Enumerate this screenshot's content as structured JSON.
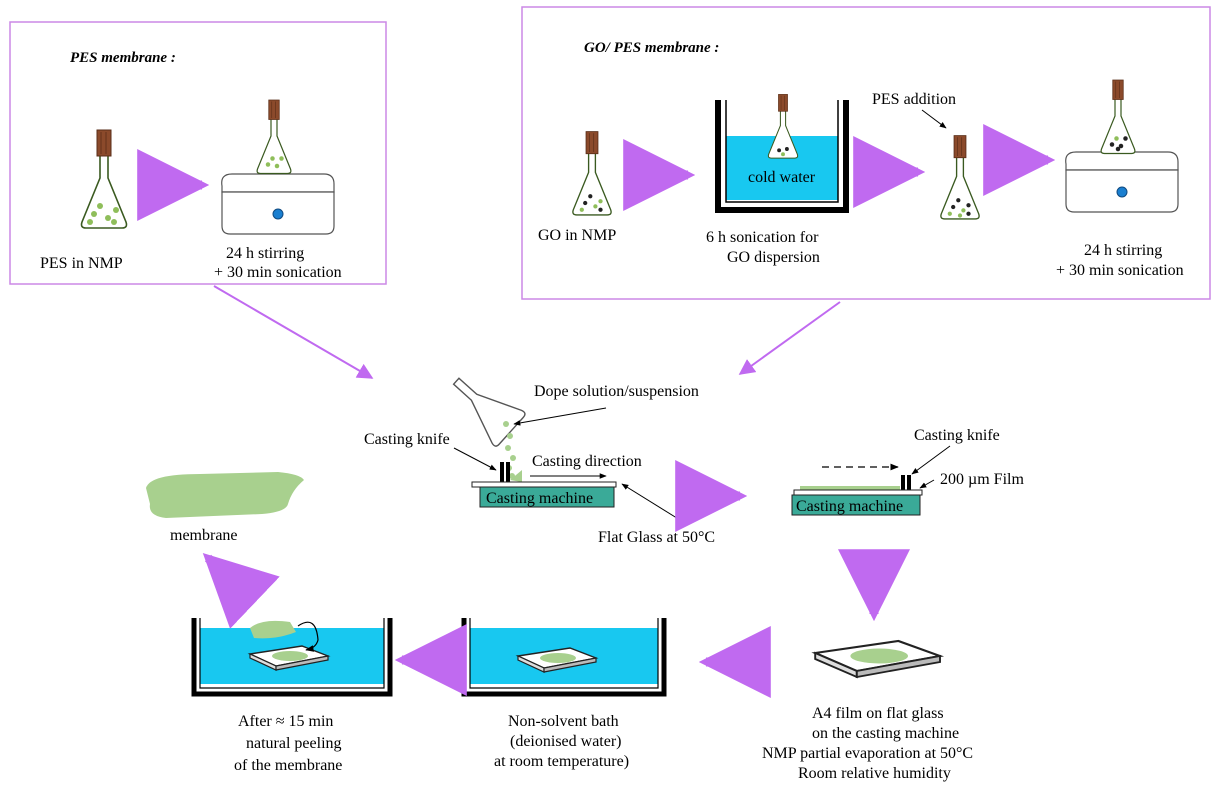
{
  "pes_box": {
    "title": "PES membrane :",
    "flask_label": "PES in NMP",
    "stir_label_1": "24 h stirring",
    "stir_label_2": "+ 30 min sonication"
  },
  "go_box": {
    "title": "GO/ PES membrane :",
    "flask_label": "GO in NMP",
    "bath_text": "cold water",
    "sonication_label_1": "6 h sonication for",
    "sonication_label_2": "GO dispersion",
    "addition_label": "PES addition",
    "stir_label_1": "24 h stirring",
    "stir_label_2": "+ 30 min sonication"
  },
  "casting_left": {
    "dope_label": "Dope solution/suspension",
    "knife_label": "Casting knife",
    "direction_label": "Casting direction",
    "machine_label": "Casting machine",
    "glass_label": "Flat Glass at 50°C"
  },
  "casting_right": {
    "knife_label": "Casting knife",
    "film_label": "200 µm Film",
    "machine_label": "Casting machine"
  },
  "a4_step": {
    "line_1": "A4 film on flat glass",
    "line_2": "on the casting machine",
    "line_3": "NMP partial evaporation at 50°C",
    "line_4": "Room relative humidity"
  },
  "bath_step": {
    "line_1": "Non-solvent bath",
    "line_2": "(deionised water)",
    "line_3": "at  room temperature)"
  },
  "peel_step": {
    "line_1": "After ≈ 15 min",
    "line_2": "natural peeling",
    "line_3": "of the membrane"
  },
  "membrane_label": "membrane",
  "colors": {
    "box_border": "#cc88e6",
    "arrow_fill": "#c06af0",
    "water": "#18c8f0",
    "machine": "#3aaa98",
    "membrane_green": "#a8d08e",
    "cork": "#8b4a2b"
  }
}
